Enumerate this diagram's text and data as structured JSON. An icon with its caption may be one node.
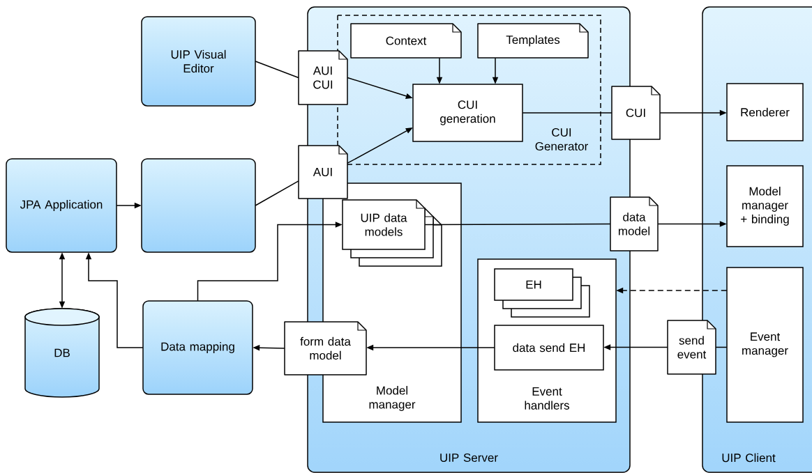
{
  "diagram": {
    "nodes": [
      {
        "text": [
          "UIP Server"
        ]
      },
      {
        "text": [
          "UIP Client"
        ]
      },
      {
        "text": [
          "CUI Generator"
        ],
        "in": 0
      },
      {
        "text": [
          "Context"
        ],
        "in": 2
      },
      {
        "text": [
          "Templates"
        ],
        "in": 2
      },
      {
        "text": [
          "CUI generation"
        ],
        "in": 2
      },
      {
        "text": [
          "UIP Visual Editor"
        ]
      },
      {
        "text": [
          "AUI CUI"
        ]
      },
      {
        "text": [
          "JPA Application"
        ]
      },
      {
        "text": [],
        "shape": "box"
      },
      {
        "text": [
          "AUI"
        ]
      },
      {
        "text": [
          "Model manager"
        ],
        "in": 0
      },
      {
        "text": [
          "UIP data models"
        ],
        "in": 11
      },
      {
        "text": [
          "Event handlers"
        ],
        "in": 0
      },
      {
        "text": [
          "EH"
        ],
        "in": 13
      },
      {
        "text": [
          "data send EH"
        ],
        "in": 13
      },
      {
        "text": [
          "CUI"
        ]
      },
      {
        "text": [
          "data model"
        ]
      },
      {
        "text": [
          "Renderer"
        ],
        "in": 1
      },
      {
        "text": [
          "Model manager + binding"
        ],
        "in": 1
      },
      {
        "text": [
          "Event manager"
        ],
        "in": 1
      },
      {
        "text": [
          "send event"
        ]
      },
      {
        "text": [
          "form data model"
        ]
      },
      {
        "text": [
          "DB"
        ]
      },
      {
        "text": [
          "Data mapping"
        ]
      }
    ],
    "edges": [
      {
        "from": 6,
        "to": 7,
        "arrow": "none"
      },
      {
        "from": 7,
        "to": 5,
        "arrow": "to"
      },
      {
        "from": 9,
        "to": 10,
        "arrow": "none"
      },
      {
        "from": 10,
        "to": 5,
        "arrow": "to"
      },
      {
        "from": 8,
        "to": 9,
        "arrow": "to"
      },
      {
        "from": 3,
        "to": 5,
        "arrow": "to"
      },
      {
        "from": 4,
        "to": 5,
        "arrow": "to"
      },
      {
        "from": 5,
        "to": 16,
        "arrow": "none"
      },
      {
        "from": 16,
        "to": 18,
        "arrow": "to"
      },
      {
        "from": 12,
        "to": 17,
        "arrow": "none"
      },
      {
        "from": 17,
        "to": 19,
        "arrow": "to"
      },
      {
        "from": 24,
        "to": 12,
        "arrow": "to"
      },
      {
        "from": 24,
        "to": 8,
        "arrow": "to"
      },
      {
        "from": 8,
        "to": 23,
        "arrow": "both"
      },
      {
        "from": 20,
        "to": 13,
        "arrow": "to",
        "style": "dashed"
      },
      {
        "from": 20,
        "to": 21,
        "arrow": "none"
      },
      {
        "from": 21,
        "to": 15,
        "arrow": "to"
      },
      {
        "from": 15,
        "to": 22,
        "arrow": "to"
      },
      {
        "from": 22,
        "to": 24,
        "arrow": "to"
      }
    ]
  }
}
